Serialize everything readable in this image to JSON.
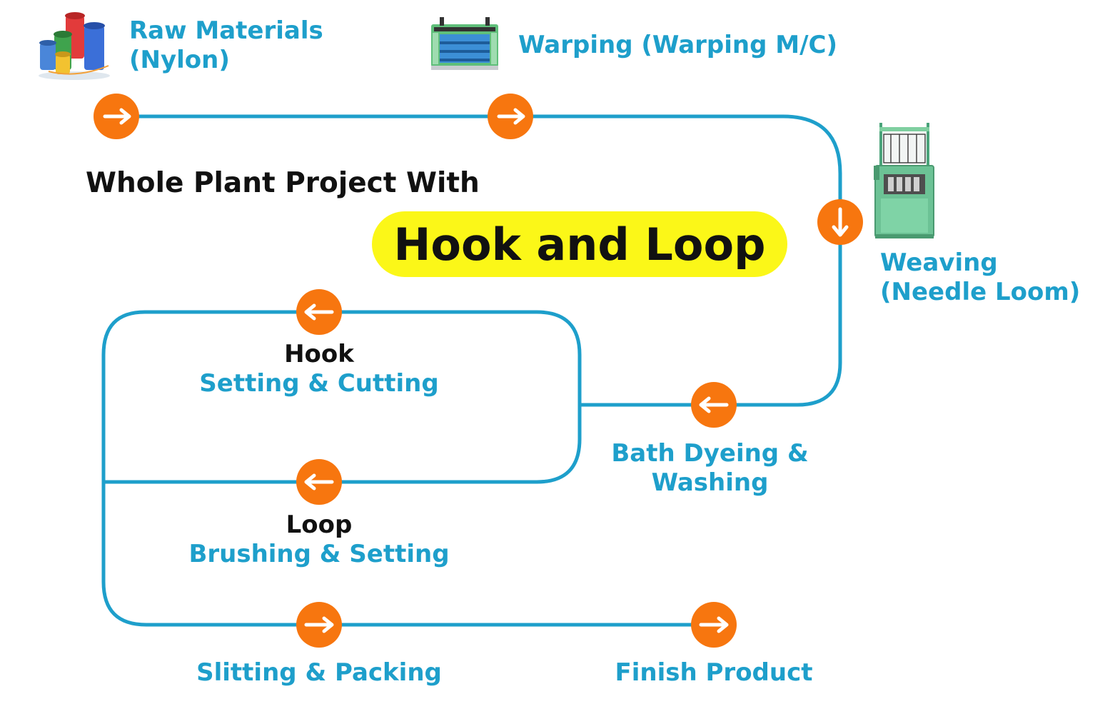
{
  "colors": {
    "flow_line": "#1e9fcb",
    "arrow_circle": "#f7760f",
    "label_text": "#1e9fcb",
    "highlight": "#fbf718",
    "dark_text": "#111111"
  },
  "title": {
    "line1": "Whole Plant Project With",
    "highlight": "Hook and Loop"
  },
  "steps": {
    "raw_materials": {
      "line1": "Raw Materials",
      "line2": "(Nylon)",
      "icon": "thread-spools-icon",
      "arrow": "arrow-right"
    },
    "warping": {
      "label": "Warping (Warping M/C)",
      "icon": "warping-machine-icon",
      "arrow": "arrow-right"
    },
    "weaving": {
      "line1": "Weaving",
      "line2": "(Needle Loom)",
      "icon": "needle-loom-icon",
      "arrow": "arrow-down"
    },
    "bath_dyeing": {
      "line1": "Bath Dyeing &",
      "line2": "Washing",
      "arrow": "arrow-left"
    },
    "hook": {
      "heading": "Hook",
      "label": "Setting & Cutting",
      "arrow": "arrow-left"
    },
    "loop": {
      "heading": "Loop",
      "label": "Brushing & Setting",
      "arrow": "arrow-left"
    },
    "slitting": {
      "label": "Slitting & Packing",
      "arrow": "arrow-right"
    },
    "finish": {
      "label": "Finish Product",
      "arrow": "arrow-right"
    }
  }
}
